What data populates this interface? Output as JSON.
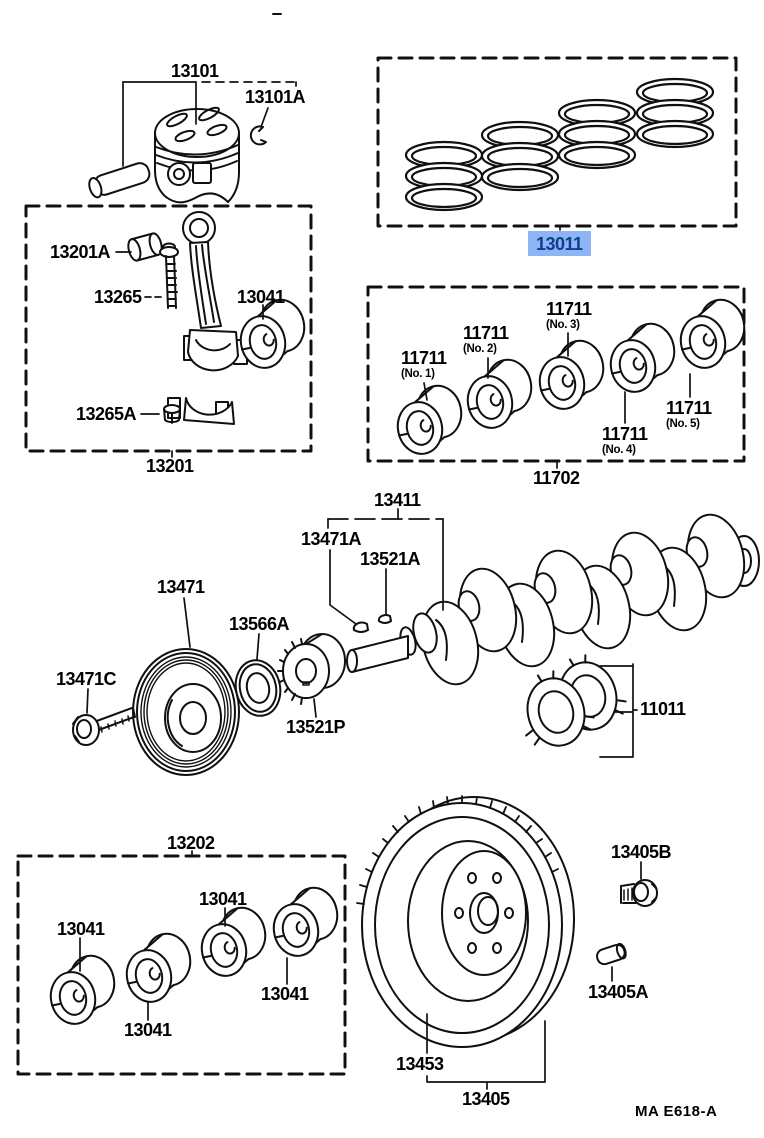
{
  "page": {
    "background": "#ffffff",
    "footer_code": "MA  E618-A"
  },
  "highlight": {
    "bg": "#8db5f3",
    "text": "#0c3e91"
  },
  "parts": {
    "piston": "13101",
    "piston_pin_hole_snap_ring": "13101A",
    "connecting_rod_bushing": "13201A",
    "connecting_rod_bolt": "13265",
    "connecting_rod_bearing": "13041",
    "connecting_rod_nut": "13265A",
    "connecting_rod": "13201",
    "piston_ring_set": "13011",
    "crankshaft_bearing": "11711",
    "crankshaft_bearing_positions": [
      "(No. 1)",
      "(No. 2)",
      "(No. 3)",
      "(No. 4)",
      "(No. 5)"
    ],
    "crankshaft_bearing_set": "11702",
    "crankshaft": "13411",
    "pulley_key": "13471A",
    "gear_key": "13521A",
    "crankshaft_pulley": "13471",
    "oil_seal": "13566A",
    "pulley_bolt": "13471C",
    "crankshaft_timing_gear": "13521P",
    "thrust_washer_set": "11011",
    "lower_bearing_set": "13202",
    "lower_bearing": "13041",
    "flywheel_bolt": "13405B",
    "flywheel_dowel_pin": "13405A",
    "ring_gear": "13453",
    "flywheel": "13405"
  }
}
